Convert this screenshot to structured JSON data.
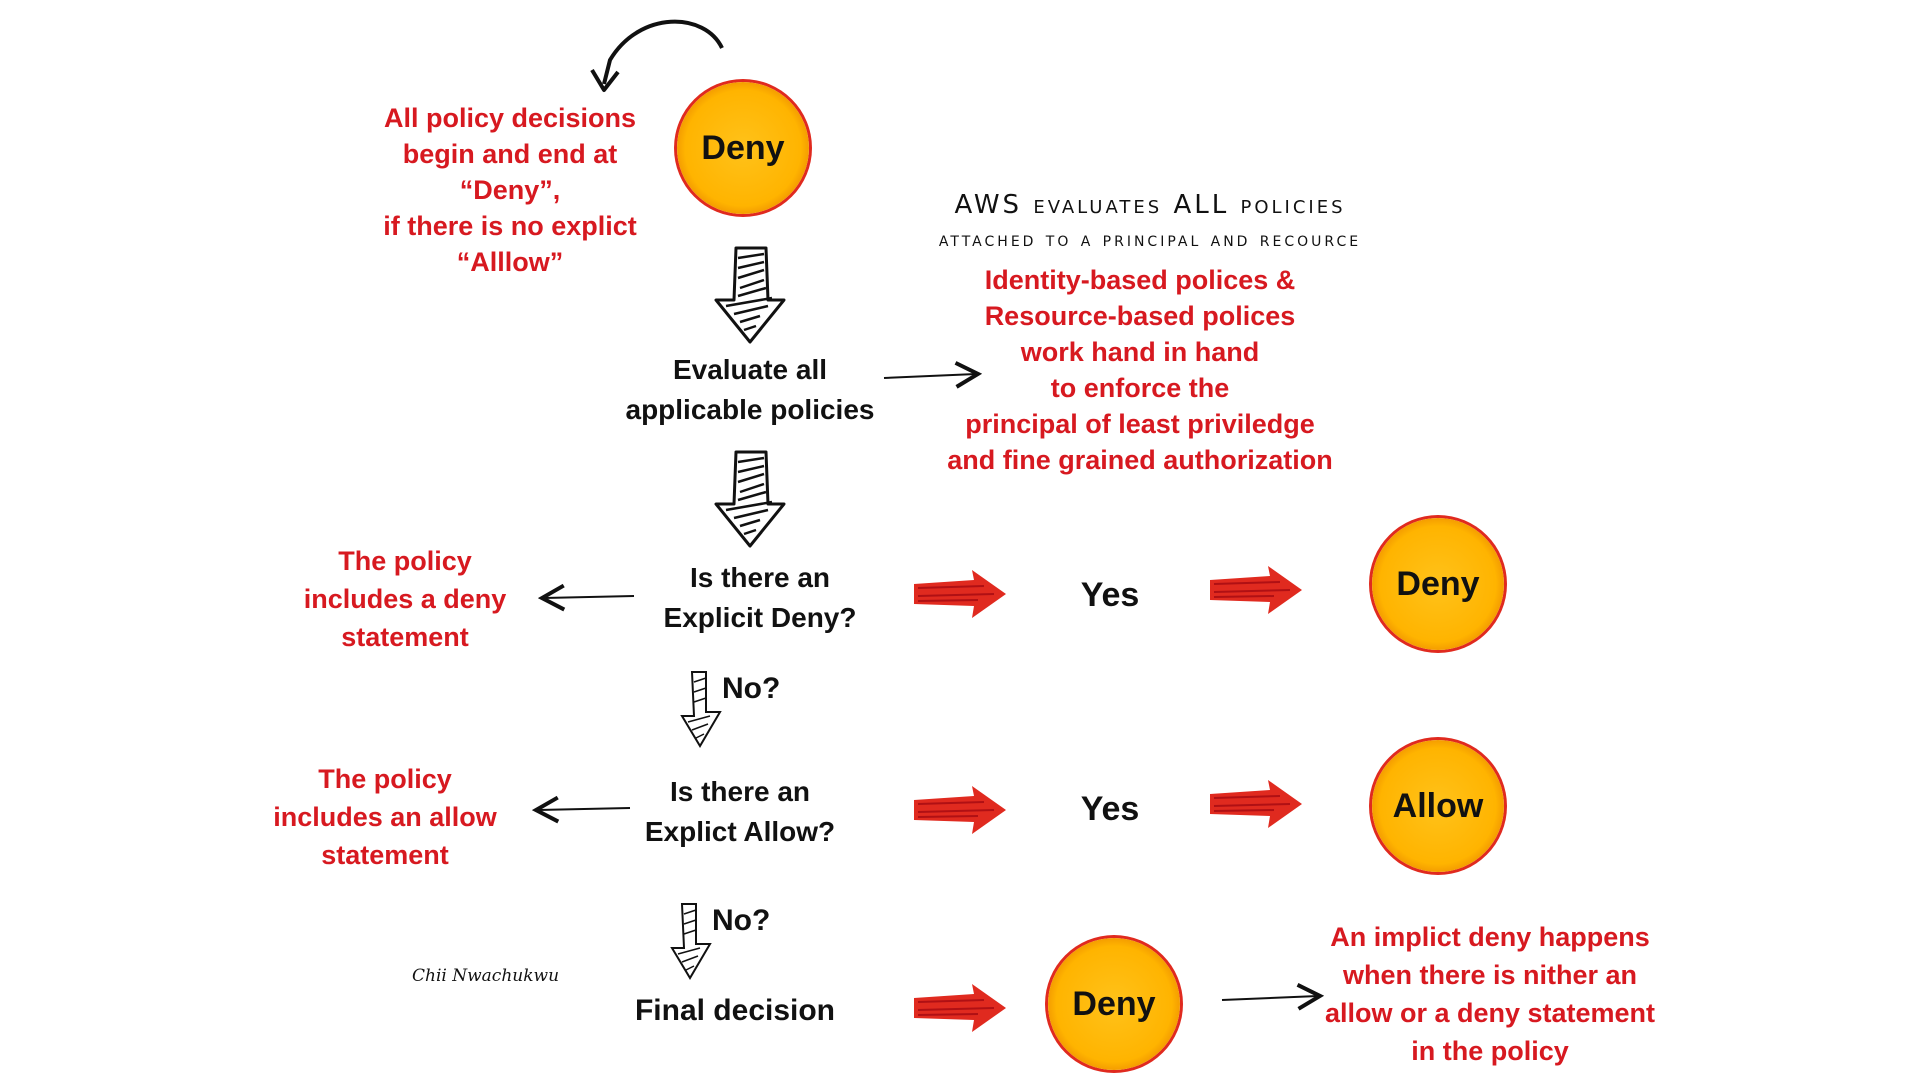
{
  "top_note": {
    "line1": "All policy decisions",
    "line2": "begin and end at",
    "line3": "“Deny”,",
    "line4": "if there is no explict",
    "line5": "“Alllow”"
  },
  "start_circle": {
    "label": "Deny"
  },
  "aws_heading": {
    "line1": "AWS  evaluates ALL policies",
    "line2": "attached to a principal and recource"
  },
  "aws_note": {
    "line1": "Identity-based polices  &",
    "line2": "Resource-based  polices",
    "line3": "work hand  in hand",
    "line4": "to enforce the",
    "line5": "principal of least priviledge",
    "line6": "and fine grained authorization"
  },
  "evaluate_step": {
    "line1": "Evaluate all",
    "line2": "applicable policies"
  },
  "deny_check": {
    "question_line1": "Is there an",
    "question_line2": "Explicit Deny?",
    "note_line1": "The policy",
    "note_line2": "includes a deny",
    "note_line3": "statement",
    "yes_label": "Yes",
    "result_label": "Deny",
    "no_label": "No?"
  },
  "allow_check": {
    "question_line1": "Is there an",
    "question_line2": "Explict Allow?",
    "note_line1": "The policy",
    "note_line2": "includes an allow",
    "note_line3": "statement",
    "yes_label": "Yes",
    "result_label": "Allow",
    "no_label": "No?"
  },
  "final_step": {
    "label": "Final decision",
    "result_label": "Deny",
    "note_line1": "An implict deny happens",
    "note_line2": "when there is nither an",
    "note_line3": "allow or a deny statement",
    "note_line4": "in the policy"
  },
  "signature": "Chii Nwachukwu",
  "colors": {
    "accent_red": "#d71920",
    "circle_fill": "#ffb400",
    "circle_ring": "#e02a1f",
    "text": "#111111"
  }
}
